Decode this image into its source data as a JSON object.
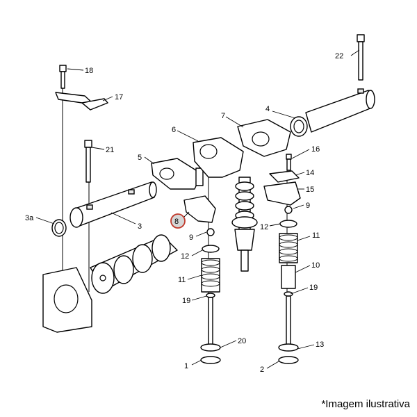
{
  "caption": "*Imagem ilustrativa",
  "highlight_color": "#c0392b",
  "callouts": {
    "c1": "1",
    "c2": "2",
    "c3": "3",
    "c3a": "3a",
    "c4": "4",
    "c5": "5",
    "c6": "6",
    "c7": "7",
    "c8": "8",
    "c9a": "9",
    "c9b": "9",
    "c10": "10",
    "c11a": "11",
    "c11b": "11",
    "c12a": "12",
    "c12b": "12",
    "c13": "13",
    "c14": "14",
    "c15": "15",
    "c16": "16",
    "c17": "17",
    "c18": "18",
    "c19a": "19",
    "c19b": "19",
    "c20": "20",
    "c21": "21",
    "c22": "22"
  }
}
